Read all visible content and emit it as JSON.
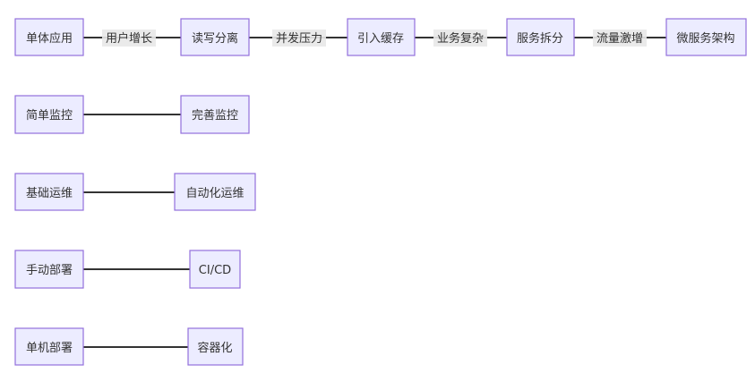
{
  "nodes": {
    "monolith": "单体应用",
    "rw_split": "读写分离",
    "cache": "引入缓存",
    "service_split": "服务拆分",
    "microservice": "微服务架构",
    "simple_monitor": "简单监控",
    "full_monitor": "完善监控",
    "basic_ops": "基础运维",
    "auto_ops": "自动化运维",
    "manual_deploy": "手动部署",
    "cicd": "CI/CD",
    "single_machine": "单机部署",
    "container": "容器化"
  },
  "edges": {
    "user_growth": "用户增长",
    "concurrency": "并发压力",
    "complexity": "业务复杂",
    "traffic_surge": "流量激增"
  }
}
